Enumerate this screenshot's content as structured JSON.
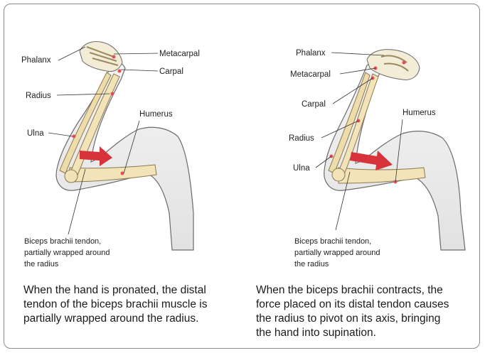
{
  "left_panel": {
    "labels": {
      "phalanx": "Phalanx",
      "metacarpal": "Metacarpal",
      "carpal": "Carpal",
      "radius": "Radius",
      "ulna": "Ulna",
      "humerus": "Humerus"
    },
    "tendon_note": [
      "Biceps brachii tendon,",
      "partially wrapped around",
      "the radius"
    ],
    "caption": [
      "When the hand is pronated, the distal",
      "tendon of the biceps brachii muscle is",
      "partially wrapped around the radius."
    ]
  },
  "right_panel": {
    "labels": {
      "phalanx": "Phalanx",
      "metacarpal": "Metacarpal",
      "carpal": "Carpal",
      "radius": "Radius",
      "ulna": "Ulna",
      "humerus": "Humerus"
    },
    "tendon_note": [
      "Biceps brachii tendon,",
      "partially wrapped around",
      "the radius"
    ],
    "caption": [
      "When the biceps brachii contracts, the",
      "force placed on its distal tendon causes",
      "the radius to pivot on its axis, bringing",
      "the hand into supination."
    ]
  },
  "colors": {
    "skin_outline": "#6b6b6b",
    "bone": "#f2e3b8",
    "arrow": "#d8323a",
    "marker": "#e0505a"
  }
}
